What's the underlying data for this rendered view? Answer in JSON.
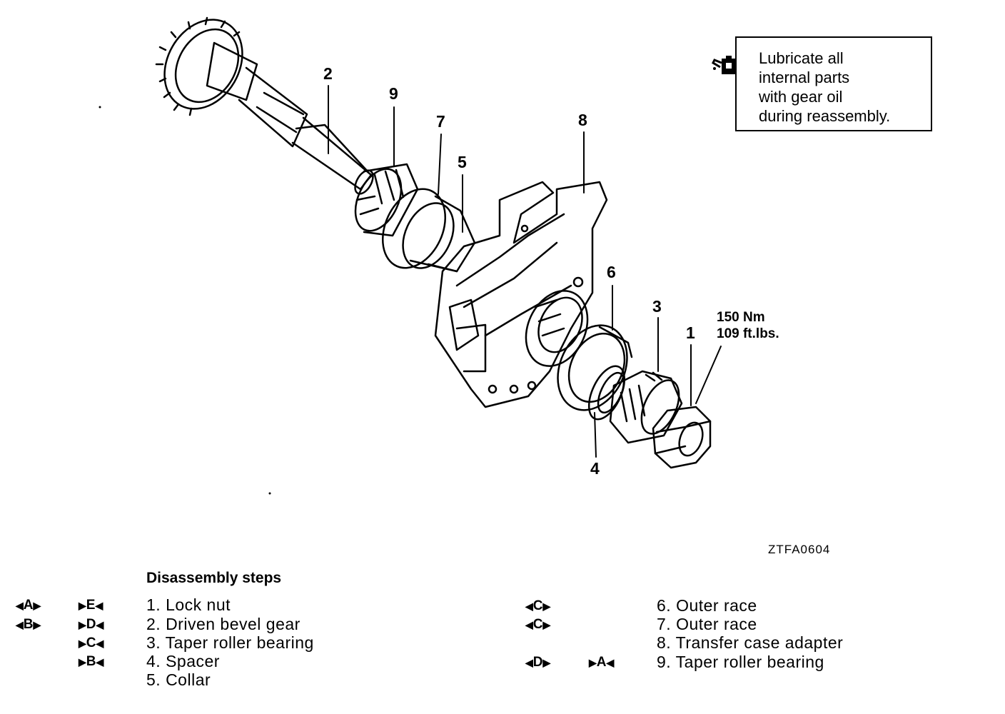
{
  "callouts": {
    "c1": "1",
    "c2": "2",
    "c3": "3",
    "c4": "4",
    "c5": "5",
    "c6": "6",
    "c7": "7",
    "c8": "8",
    "c9": "9"
  },
  "torque": {
    "nm": "150 Nm",
    "ftlbs": "109 ft.lbs."
  },
  "note": {
    "icon": "oil-can-icon",
    "lines": [
      "Lubricate all",
      "internal parts",
      "with gear oil",
      "during reassembly."
    ]
  },
  "figure_code": "ZTFA0604",
  "steps": {
    "title": "Disassembly steps",
    "left": [
      {
        "text": "1. Lock nut",
        "mark1": "A",
        "mark2": "E"
      },
      {
        "text": "2. Driven bevel gear",
        "mark1": "B",
        "mark2": "D"
      },
      {
        "text": "3. Taper roller bearing",
        "mark1": "",
        "mark2": "C"
      },
      {
        "text": "4. Spacer",
        "mark1": "",
        "mark2": "B"
      },
      {
        "text": "5. Collar",
        "mark1": "",
        "mark2": ""
      }
    ],
    "right": [
      {
        "text": "6. Outer race",
        "mark1": "C",
        "mark2": ""
      },
      {
        "text": "7. Outer race",
        "mark1": "C",
        "mark2": ""
      },
      {
        "text": "8. Transfer case adapter",
        "mark1": "",
        "mark2": ""
      },
      {
        "text": "9. Taper roller bearing",
        "mark1": "D",
        "mark2": "A"
      }
    ]
  }
}
